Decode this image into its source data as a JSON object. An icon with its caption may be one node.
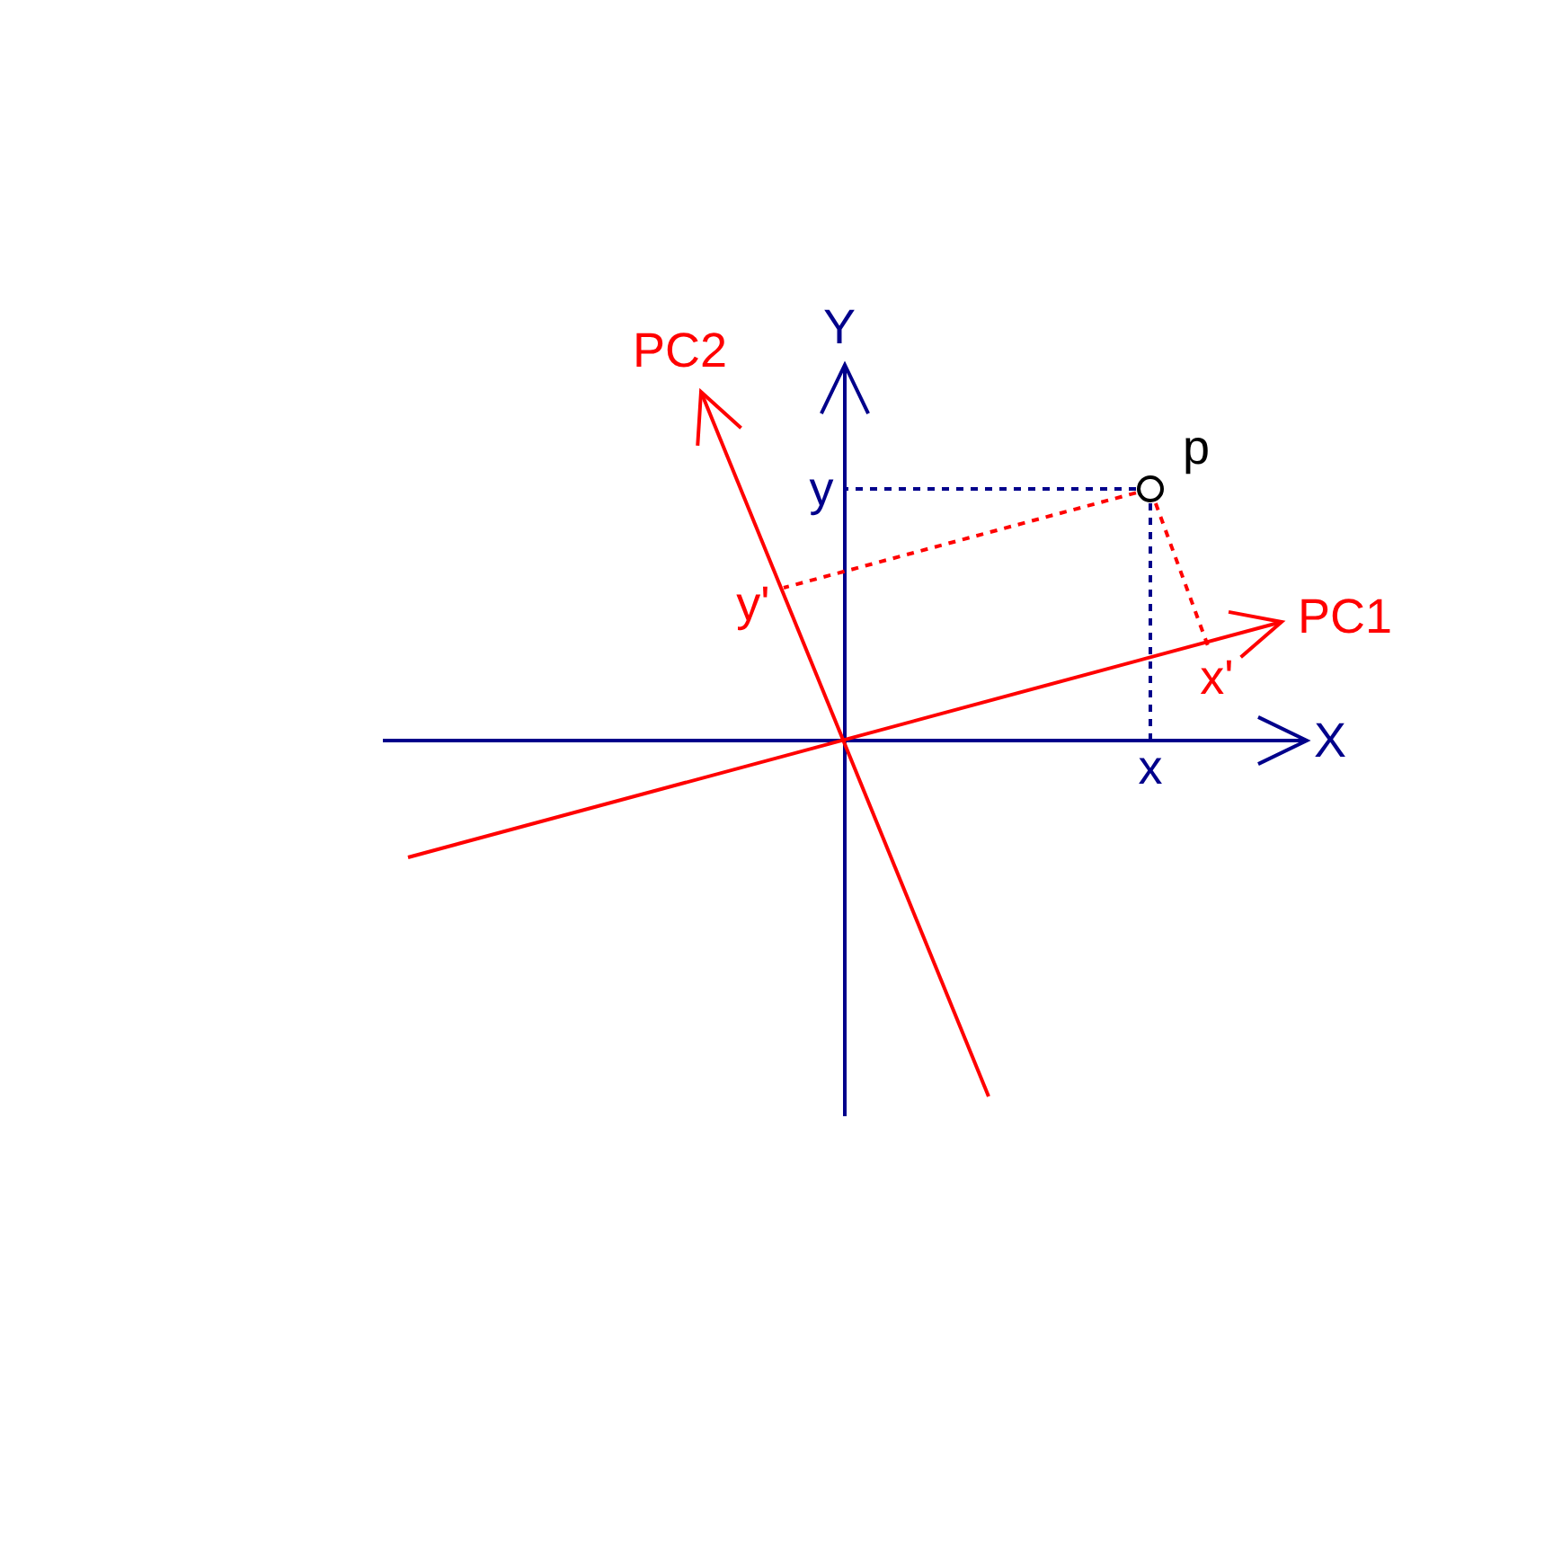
{
  "diagram": {
    "nodes": [
      {
        "text": [],
        "shape": "circle",
        "beside": [
          "p"
        ]
      },
      {
        "text": [
          "y"
        ]
      },
      {
        "text": [
          "y'"
        ]
      },
      {
        "text": [
          "x'"
        ]
      },
      {
        "text": [
          "x"
        ]
      }
    ],
    "edges": [
      {
        "from": 0,
        "to": 1,
        "arrow": "none",
        "style": "dashed",
        "color": "#00008b"
      },
      {
        "from": 0,
        "to": 2,
        "arrow": "none",
        "style": "dashed",
        "color": "#ff0000"
      },
      {
        "from": 0,
        "to": 3,
        "arrow": "none",
        "style": "dashed",
        "color": "#ff0000"
      },
      {
        "from": 0,
        "to": 4,
        "arrow": "none",
        "style": "dashed",
        "color": "#00008b"
      }
    ],
    "labels": [
      "PC2",
      "Y",
      "PC1",
      "X"
    ]
  }
}
